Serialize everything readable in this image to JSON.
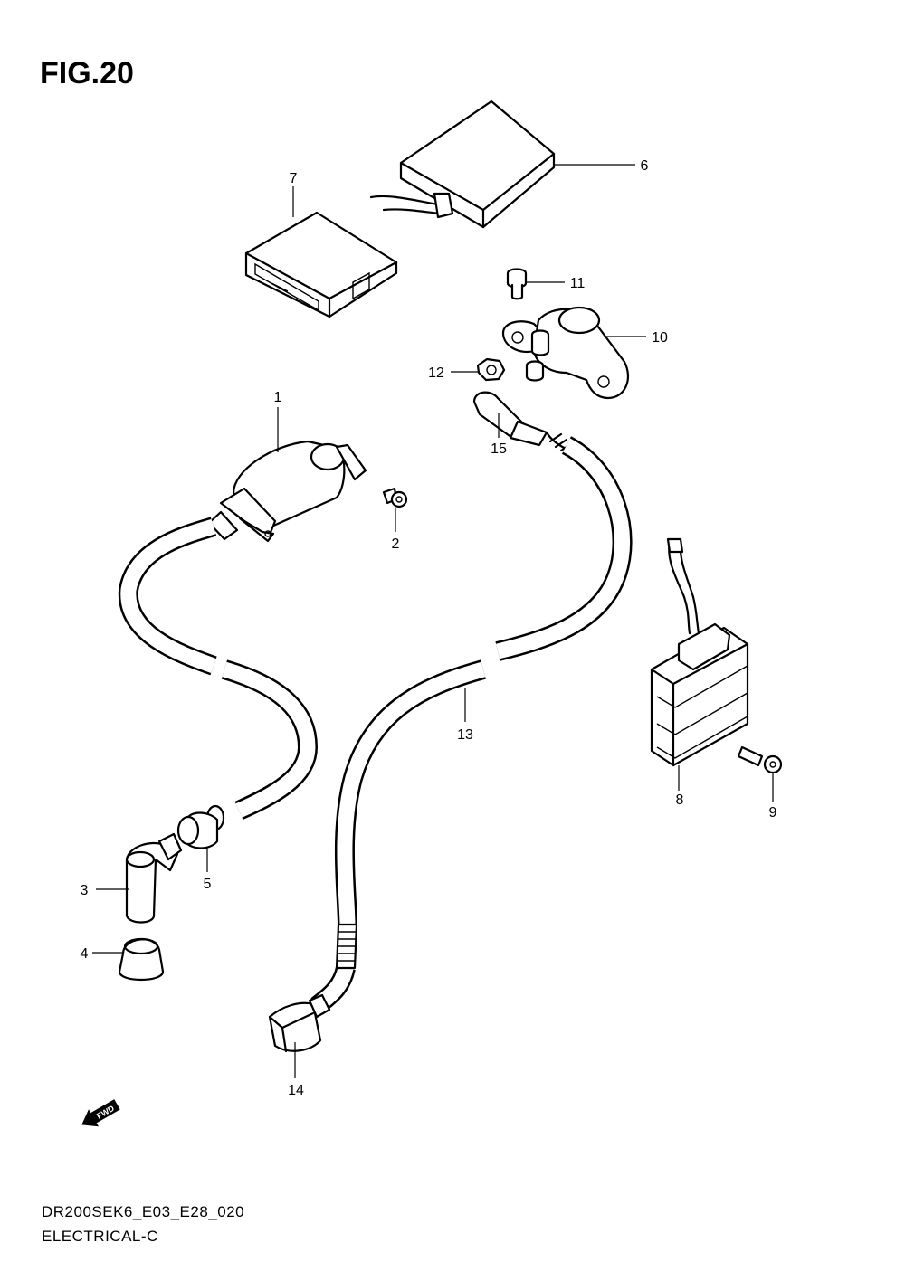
{
  "figure": {
    "title": "FIG.20"
  },
  "callouts": {
    "c1": "1",
    "c2": "2",
    "c3": "3",
    "c4": "4",
    "c5": "5",
    "c6": "6",
    "c7": "7",
    "c8": "8",
    "c9": "9",
    "c10": "10",
    "c11": "11",
    "c12": "12",
    "c13": "13",
    "c14": "14",
    "c15": "15"
  },
  "fwd_marker": {
    "label": "FWD"
  },
  "footer": {
    "model_code": "DR200SEK6_E03_E28_020",
    "section": "ELECTRICAL-C"
  }
}
